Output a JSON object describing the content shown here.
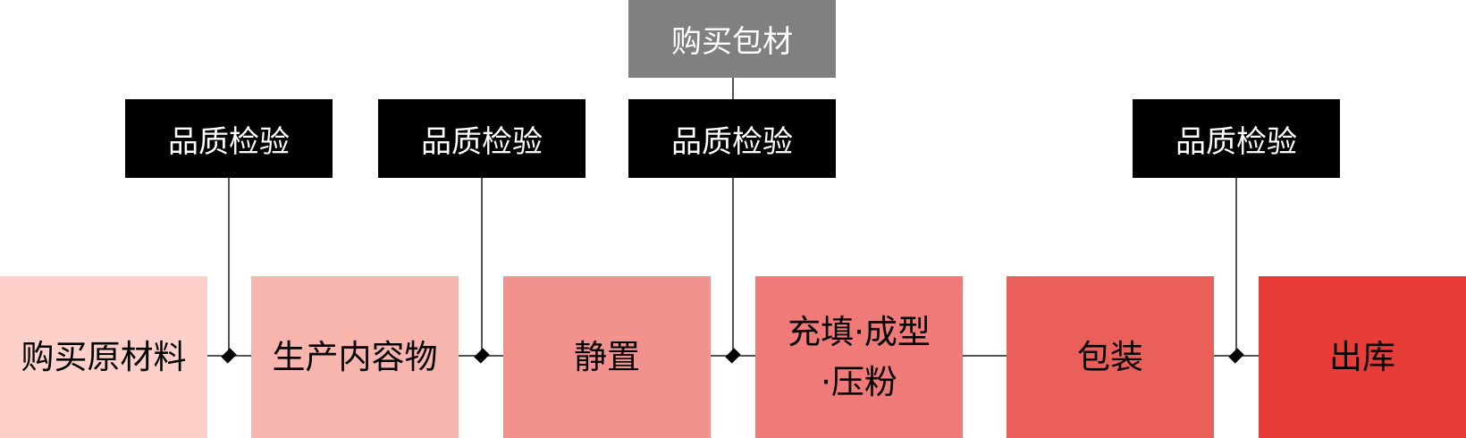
{
  "steps": [
    {
      "label": "购买原材料",
      "color": "#fdd0c9"
    },
    {
      "label": "生产内容物",
      "color": "#f7b5ad"
    },
    {
      "label": "静置",
      "color": "#f2928e"
    },
    {
      "label": "充填·成型 ·压粉",
      "color": "#ef7a78"
    },
    {
      "label": "包装",
      "color": "#eb5f5b"
    },
    {
      "label": "出库",
      "color": "#e83c38"
    }
  ],
  "quality_checks": [
    "品质检验",
    "品质检验",
    "品质检验",
    "品质检验"
  ],
  "buy_packaging": "购买包材"
}
